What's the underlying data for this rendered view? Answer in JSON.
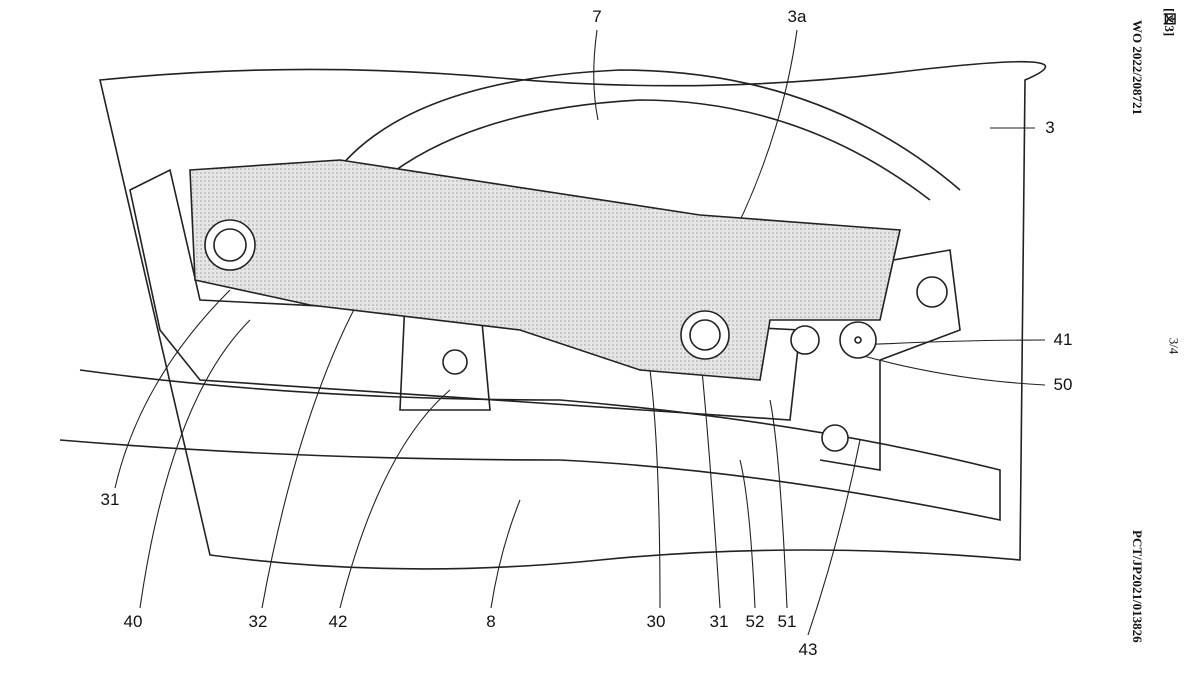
{
  "header": {
    "figure_label": "[図3]",
    "publication_number": "WO 2022/208721",
    "page": "3/4",
    "application_number": "PCT/JP2021/013826"
  },
  "labels": {
    "l7": "7",
    "l3a": "3a",
    "l3": "3",
    "l41": "41",
    "l50": "50",
    "l31a": "31",
    "l40": "40",
    "l32": "32",
    "l42": "42",
    "l8": "8",
    "l30": "30",
    "l31b": "31",
    "l52": "52",
    "l51": "51",
    "l43": "43"
  }
}
